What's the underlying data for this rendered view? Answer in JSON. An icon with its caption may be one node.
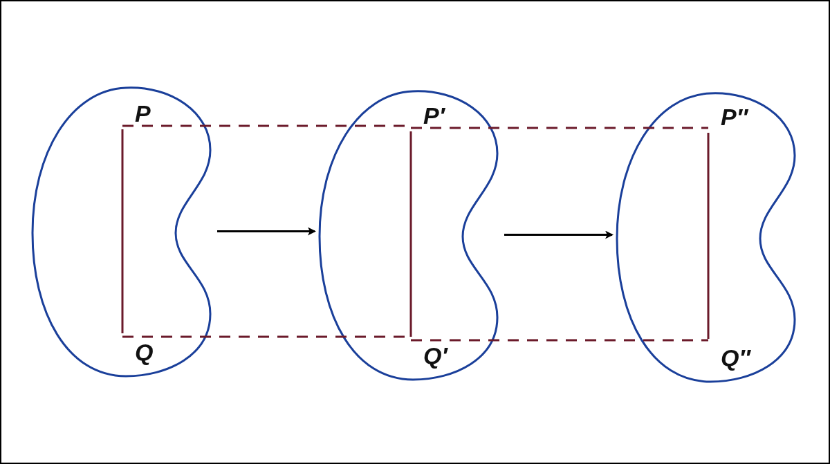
{
  "diagram": {
    "nodes": [
      {
        "text": [],
        "shape": "kidney"
      },
      {
        "text": [
          "P"
        ],
        "in": 0
      },
      {
        "text": [
          "Q"
        ],
        "in": 0
      },
      {
        "text": [],
        "shape": "kidney"
      },
      {
        "text": [
          "P′"
        ],
        "in": 3
      },
      {
        "text": [
          "Q′"
        ],
        "in": 3
      },
      {
        "text": [],
        "shape": "kidney"
      },
      {
        "text": [
          "P″"
        ],
        "in": 6
      },
      {
        "text": [
          "Q″"
        ],
        "in": 6
      }
    ],
    "edges": [
      {
        "from": 1,
        "to": 2,
        "arrow": "none"
      },
      {
        "from": 4,
        "to": 5,
        "arrow": "none"
      },
      {
        "from": 7,
        "to": 8,
        "arrow": "none"
      },
      {
        "from": 1,
        "to": 4,
        "arrow": "none",
        "style": "dashed"
      },
      {
        "from": 4,
        "to": 7,
        "arrow": "none",
        "style": "dashed"
      },
      {
        "from": 2,
        "to": 5,
        "arrow": "none",
        "style": "dashed"
      },
      {
        "from": 5,
        "to": 8,
        "arrow": "none",
        "style": "dashed"
      },
      {
        "from": 0,
        "to": 3,
        "arrow": "to",
        "color": "#000000"
      },
      {
        "from": 3,
        "to": 6,
        "arrow": "to",
        "color": "#000000"
      }
    ]
  }
}
